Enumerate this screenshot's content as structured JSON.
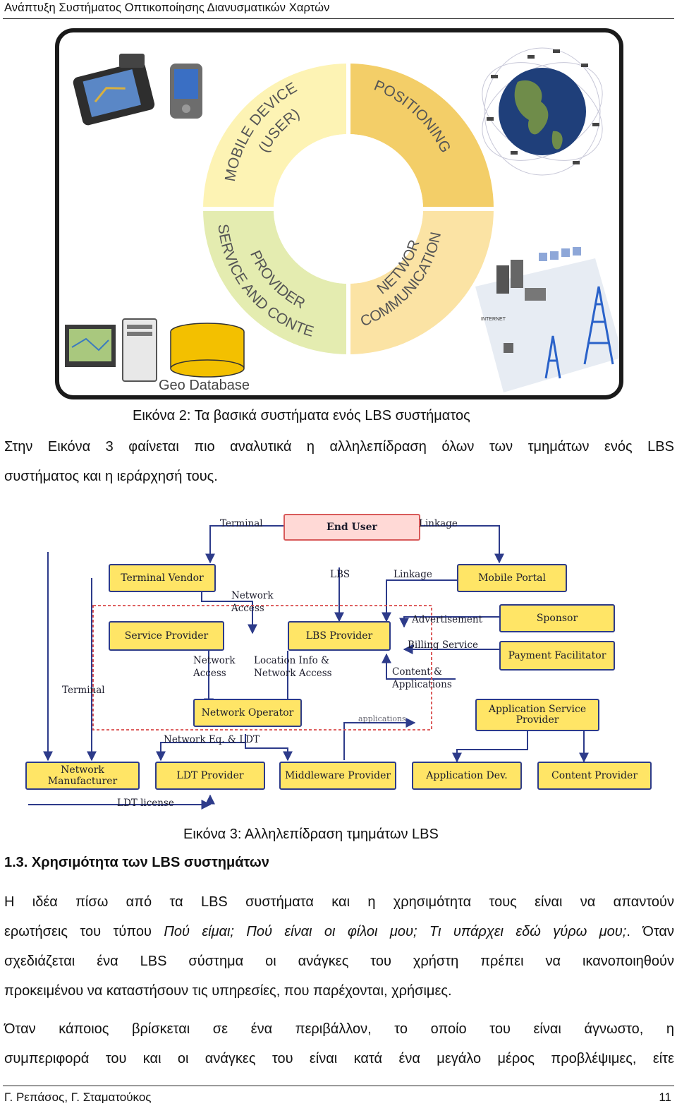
{
  "header": {
    "title": "Ανάπτυξη Συστήματος Οπτικοποίησης Διανυσματικών Χαρτών"
  },
  "figure2": {
    "segments": {
      "mobile": [
        "MOBILE DEVICE",
        "(USER)"
      ],
      "positioning": "POSITIONING",
      "service": [
        "SERVICE AND CONTENT",
        "PROVIDER"
      ],
      "network": [
        "COMMUNICATION",
        "NETWORK"
      ]
    },
    "geo_label": "Geo Database",
    "internet_label": "INTERNET",
    "caption": "Εικόνα 2: Τα βασικά συστήματα ενός LBS συστήματος",
    "colors": {
      "mobile": "#fdf3b4",
      "positioning": "#f3ce68",
      "network": "#fbe3a4",
      "service": "#e4ecb0"
    }
  },
  "paragraph1": {
    "line1": "Στην Εικόνα 3 φαίνεται πιο αναλυτικά η αλληλεπίδραση όλων των τμημάτων ενός LBS",
    "line2": "συστήματος και η ιεράρχησή τους."
  },
  "figure3": {
    "boxes": {
      "end_user": "End User",
      "terminal_vendor": "Terminal Vendor",
      "mobile_portal": "Mobile Portal",
      "service_provider": "Service Provider",
      "lbs_provider": "LBS Provider",
      "sponsor": "Sponsor",
      "payment_facilitator": "Payment Facilitator",
      "network_operator": "Network Operator",
      "application_service_provider": "Application Service Provider",
      "network_manufacturer": "Network Manufacturer",
      "ldt_provider": "LDT Provider",
      "middleware_provider": "Middleware Provider",
      "application_dev": "Application Dev.",
      "content_provider": "Content Provider"
    },
    "labels": {
      "terminal_top": "Terminal",
      "linkage_top": "Linkage",
      "lbs": "LBS",
      "linkage_mid": "Linkage",
      "network_access_top": "Network\nAccess",
      "advertisement": "Advertisement",
      "billing_service": "Billing Service",
      "network_access_mid": "Network\nAccess",
      "location_info": "Location Info &\nNetwork Access",
      "content_apps": "Content &\nApplications",
      "terminal_left": "Terminal",
      "applications_cut": "applications",
      "network_eq": "Network Eq. & LDT",
      "ldt_license": "LDT license"
    },
    "caption": "Εικόνα 3: Αλληλεπίδραση τμημάτων LBS"
  },
  "section": {
    "number": "1.3.",
    "title": "Χρησιμότητα των LBS συστημάτων"
  },
  "paragraph2": {
    "line1": "Η ιδέα πίσω από τα LBS συστήματα και η χρησιμότητα τους είναι να απαντούν",
    "line2_prefix": "ερωτήσεις του τύπου ",
    "line2_italic": "Πού είμαι; Πού είναι οι φίλοι μου; Τι υπάρχει εδώ γύρω μου;",
    "line2_suffix": ". Όταν",
    "line3": "σχεδιάζεται ένα LBS σύστημα οι ανάγκες του χρήστη πρέπει να ικανοποιηθούν",
    "line4": "προκειμένου να καταστήσουν τις υπηρεσίες, που παρέχονται, χρήσιμες."
  },
  "paragraph3": {
    "line1": "Όταν κάποιος βρίσκεται σε ένα περιβάλλον, το οποίο του είναι άγνωστο, η",
    "line2": "συμπεριφορά του και οι ανάγκες του είναι κατά ένα μεγάλο μέρος προβλέψιμες, είτε"
  },
  "footer": {
    "authors": "Γ. Ρεπάσος, Γ. Σταματούκος",
    "page": "11"
  }
}
